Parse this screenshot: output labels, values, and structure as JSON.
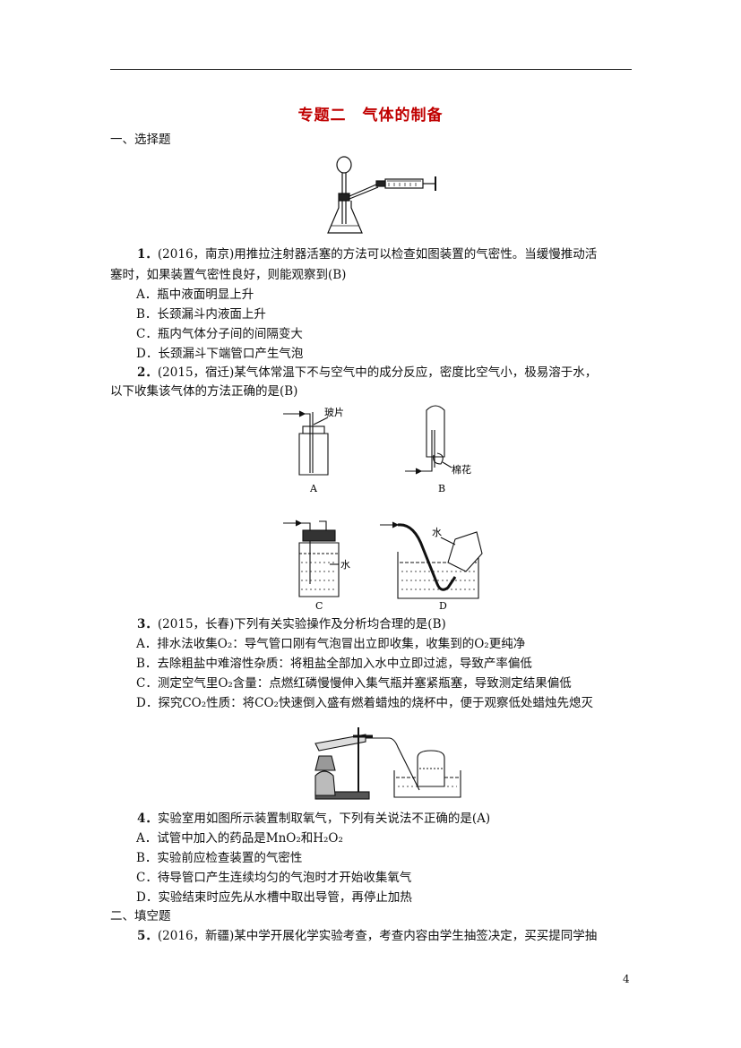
{
  "page": {
    "title": "专题二　气体的制备",
    "page_number": "4"
  },
  "sections": {
    "choice": "一、选择题",
    "fill": "二、填空题"
  },
  "q1": {
    "num": "1．",
    "line1": "(2016，南京)用推拉注射器活塞的方法可以检查如图装置的气密性。当缓慢推动活",
    "line2": "塞时，如果装置气密性良好，则能观察到(B)",
    "options": [
      "A．瓶中液面明显上升",
      "B．长颈漏斗内液面上升",
      "C．瓶内气体分子间的间隔变大",
      "D．长颈漏斗下端管口产生气泡"
    ]
  },
  "q2": {
    "num": "2．",
    "line1": "(2015，宿迁)某气体常温下不与空气中的成分反应，密度比空气小，极易溶于水，",
    "line2": "以下收集该气体的方法正确的是(B)",
    "fig_labels": {
      "a": "A",
      "b": "B",
      "c": "C",
      "d": "D",
      "glass": "玻片",
      "cotton": "棉花",
      "water_c": "水",
      "water_d": "水"
    }
  },
  "q3": {
    "num": "3．",
    "line1": "(2015，长春)下列有关实验操作及分析均合理的是(B)",
    "options": [
      "A．排水法收集O₂：导气管口刚有气泡冒出立即收集，收集到的O₂更纯净",
      "B．去除粗盐中难溶性杂质：将粗盐全部加入水中立即过滤，导致产率偏低",
      "C．测定空气里O₂含量：点燃红磷慢慢伸入集气瓶并塞紧瓶塞，导致测定结果偏低",
      "D．探究CO₂性质：将CO₂快速倒入盛有燃着蜡烛的烧杯中，便于观察低处蜡烛先熄灭"
    ]
  },
  "q4": {
    "num": "4．",
    "line1": "实验室用如图所示装置制取氧气，下列有关说法不正确的是(A)",
    "options": [
      "A．试管中加入的药品是MnO₂和H₂O₂",
      "B．实验前应检查装置的气密性",
      "C．待导管口产生连续均匀的气泡时才开始收集氧气",
      "D．实验结束时应先从水槽中取出导管，再停止加热"
    ]
  },
  "q5": {
    "num": "5．",
    "line1": "(2016，新疆)某中学开展化学实验考查，考查内容由学生抽签决定，买买提同学抽"
  }
}
